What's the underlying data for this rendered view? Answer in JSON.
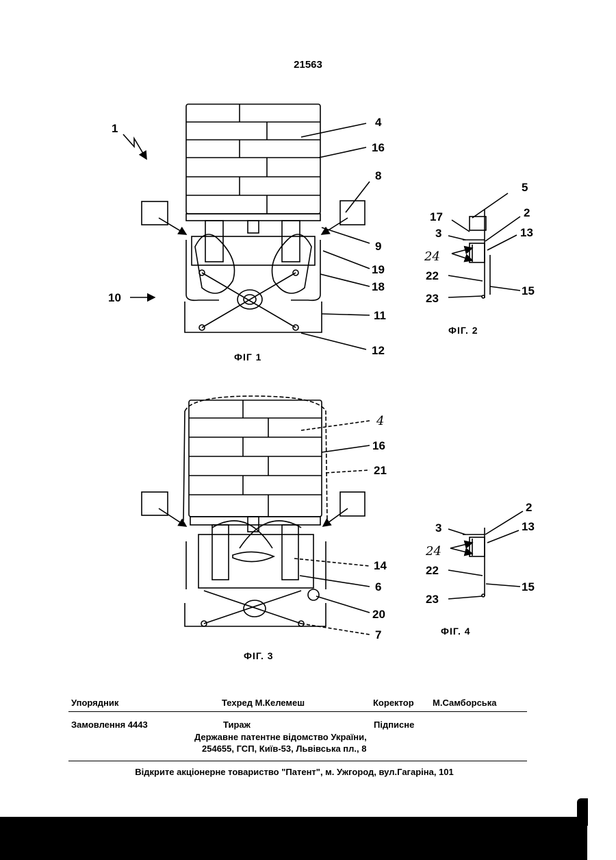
{
  "page_number": "21563",
  "figures": {
    "fig1": {
      "caption": "ФІГ 1",
      "ref1": "1",
      "ref10": "10",
      "ref4": "4",
      "ref16": "16",
      "ref8": "8",
      "ref9": "9",
      "ref19": "19",
      "ref18": "18",
      "ref11": "11",
      "ref12": "12"
    },
    "fig2": {
      "caption": "ФІГ. 2",
      "ref5": "5",
      "ref17": "17",
      "ref2": "2",
      "ref3": "3",
      "ref13": "13",
      "ref24": "24",
      "ref22": "22",
      "ref15": "15",
      "ref23": "23"
    },
    "fig3": {
      "caption": "ФІГ. 3",
      "ref4": "4",
      "ref16": "16",
      "ref21": "21",
      "ref14": "14",
      "ref6": "6",
      "ref20": "20",
      "ref7": "7"
    },
    "fig4": {
      "caption": "ФІГ. 4",
      "ref2": "2",
      "ref3": "3",
      "ref13": "13",
      "ref24": "24",
      "ref22": "22",
      "ref15": "15",
      "ref23": "23"
    }
  },
  "imprint": {
    "compiler_label": "Упорядник",
    "techred": "Техред М.Келемеш",
    "corrector_label": "Коректор",
    "corrector_name": "М.Самборська",
    "order": "Замовлення  4443",
    "circulation": "Тираж",
    "subscription": "Підписне",
    "office_line1": "Державне  патентне  відомство  України,",
    "office_line2": "254655, ГСП, Київ-53, Львівська пл., 8",
    "publisher": "Відкрите акціонерне товариство \"Патент\", м. Ужгород, вул.Гагаріна, 101"
  }
}
